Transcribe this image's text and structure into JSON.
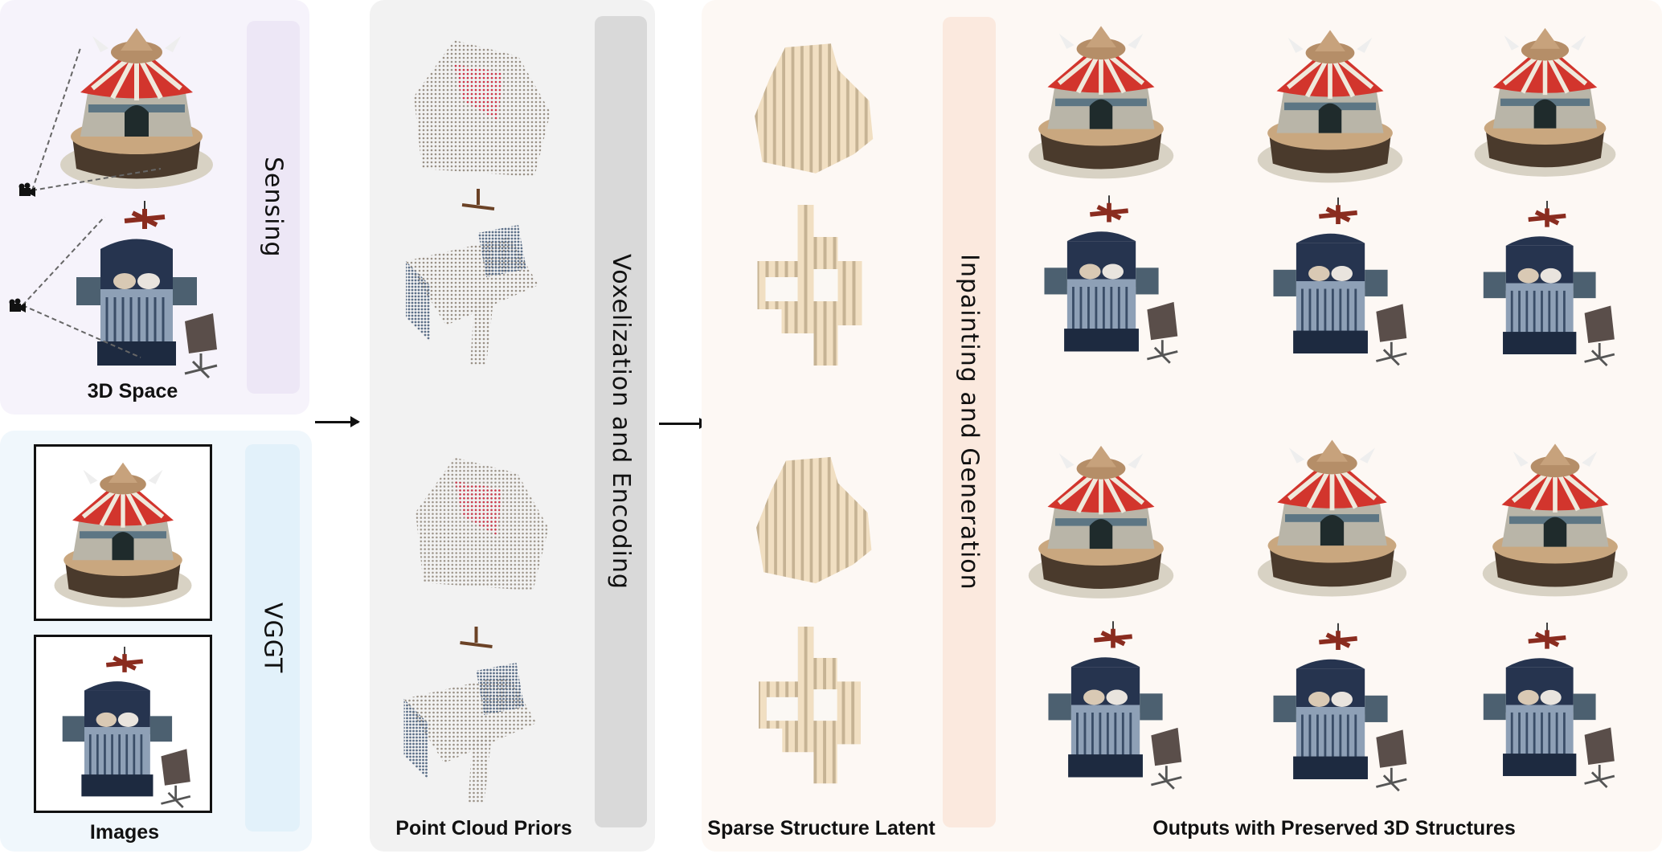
{
  "stages": {
    "sensing": {
      "bar_label": "Sensing",
      "caption": "3D Space"
    },
    "vggt": {
      "bar_label": "VGGT",
      "caption": "Images"
    },
    "voxelization": {
      "bar_label": "Voxelization and Encoding",
      "caption": "Point Cloud Priors"
    },
    "generation": {
      "bar_label": "Inpainting and Generation",
      "caption_left": "Sparse Structure Latent",
      "caption_right": "Outputs with Preserved 3D Structures"
    }
  },
  "colors": {
    "sensing_panel": "#f6f3fb",
    "sensing_bar": "#ede7f6",
    "vggt_panel": "#f0f7fc",
    "vggt_bar": "#e2f1fa",
    "voxel_panel": "#f2f2f2",
    "voxel_bar": "#d9d9d9",
    "gen_panel": "#fdf8f4",
    "gen_bar": "#fbe9de"
  }
}
